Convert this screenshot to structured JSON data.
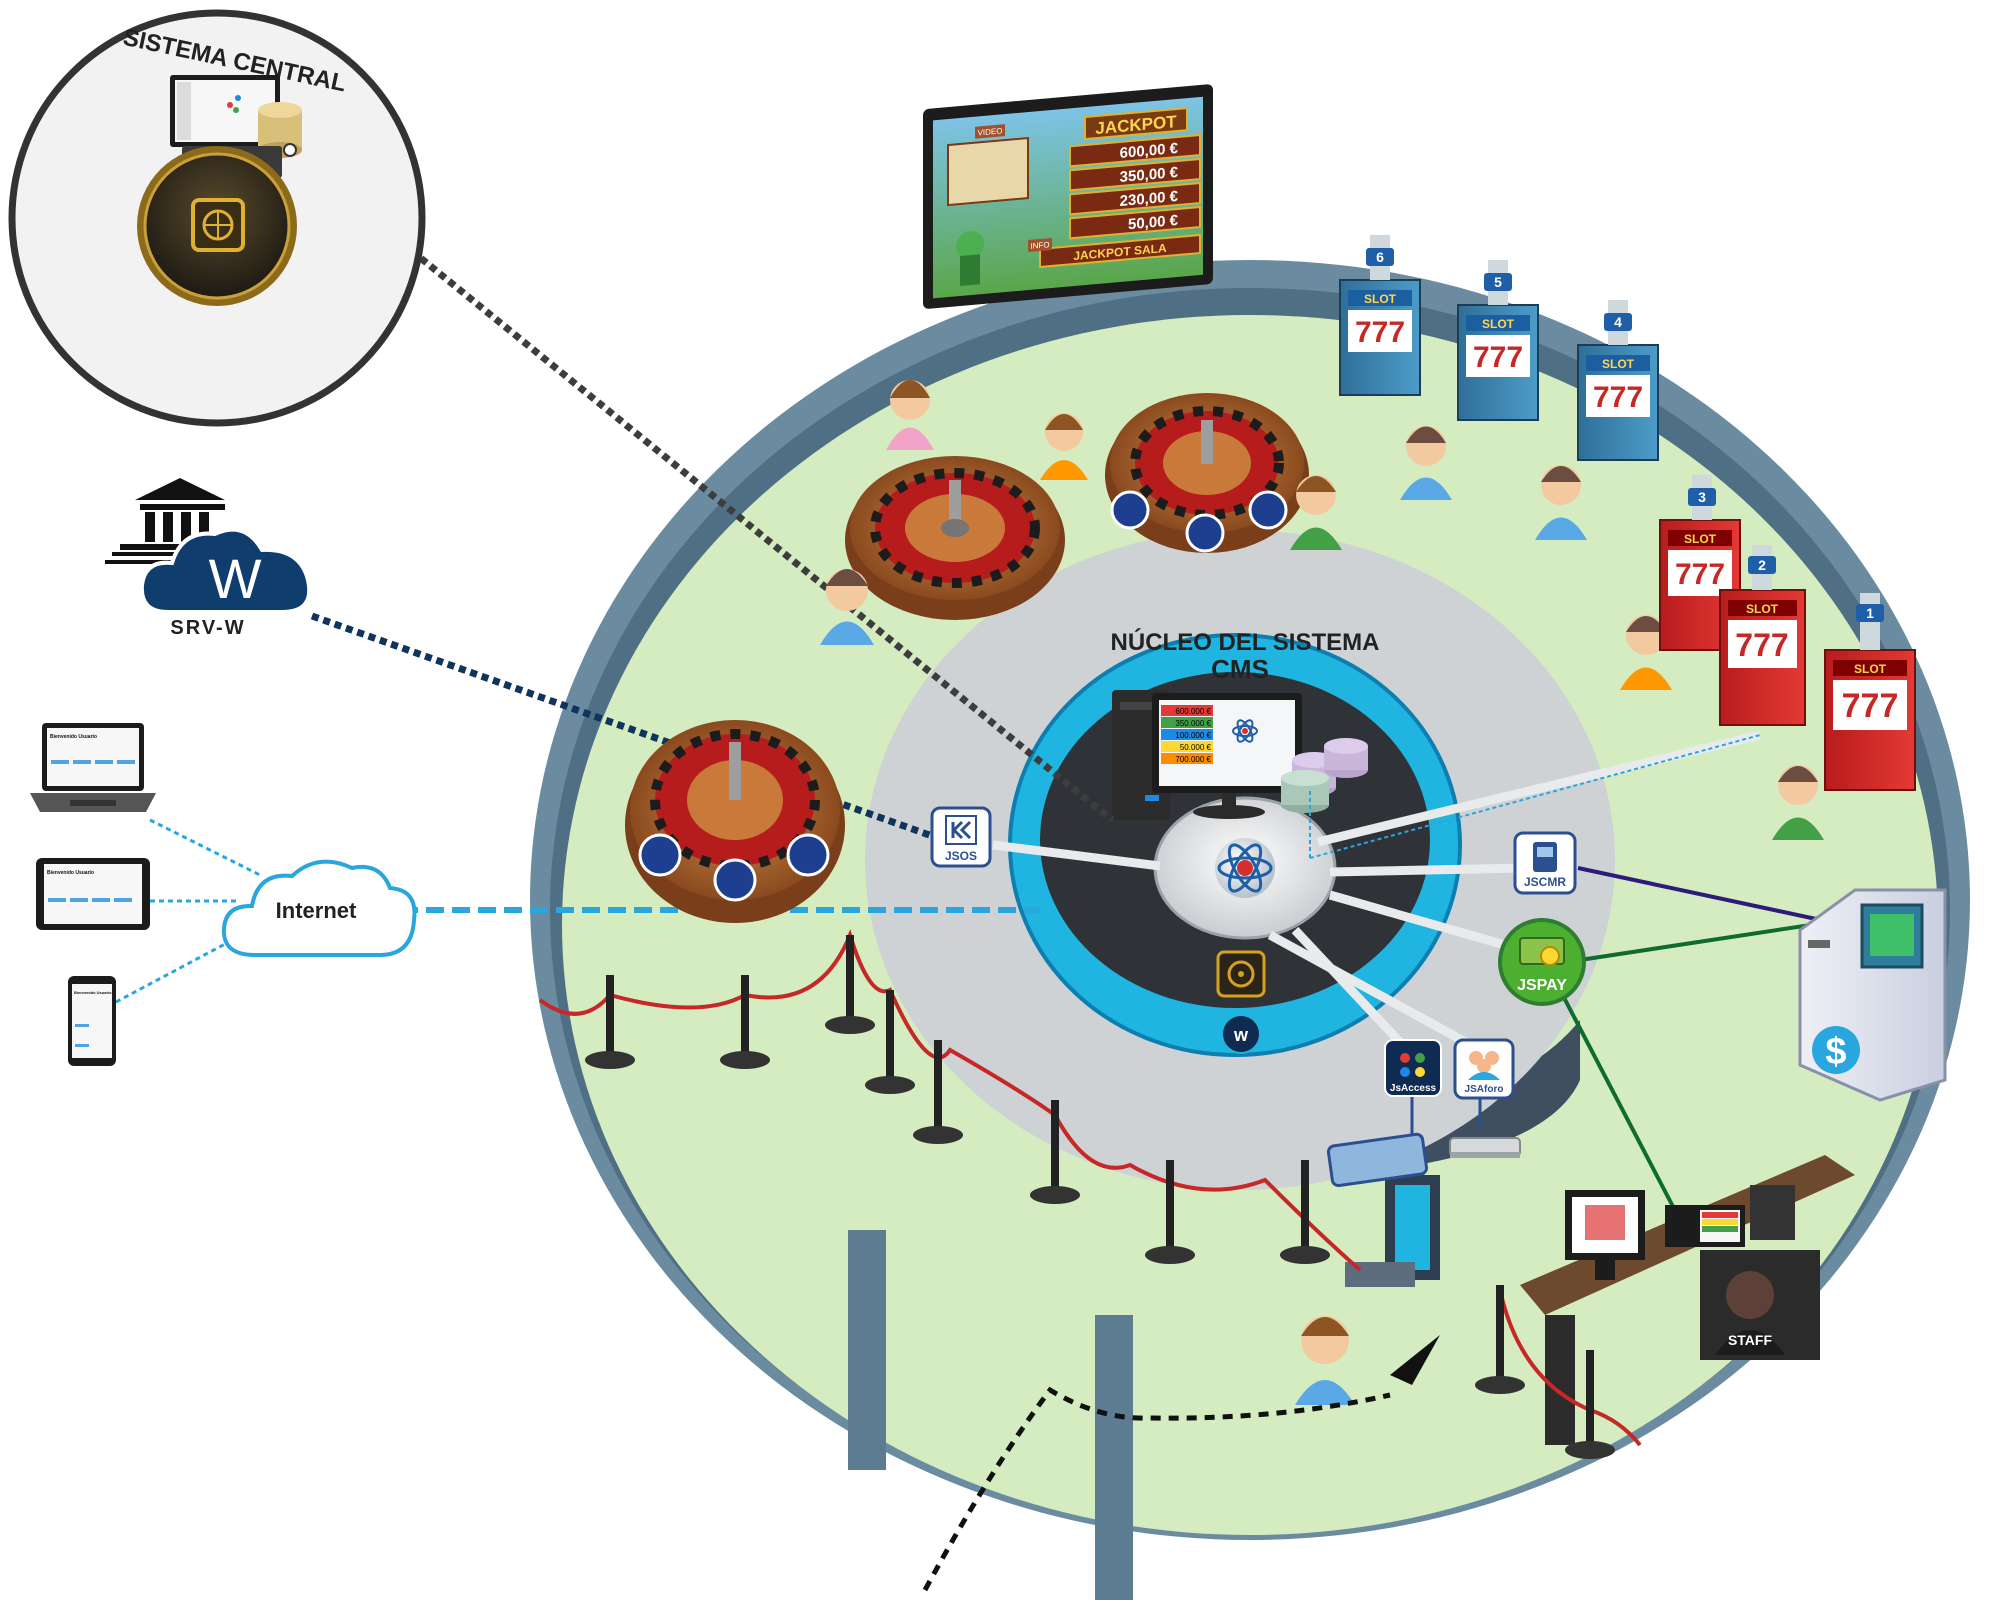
{
  "central_system": {
    "title": "SISTEMA CENTRAL"
  },
  "bank": {
    "icon": "bank-icon",
    "cloud_letter": "W",
    "label": "SRV-W"
  },
  "internet": {
    "label": "Internet"
  },
  "devices": [
    {
      "icon": "laptop-icon",
      "screen_title": "Bienvenido Usuario"
    },
    {
      "icon": "tablet-icon",
      "screen_title": "Bienvenido Usuario"
    },
    {
      "icon": "smartphone-icon",
      "screen_title": "Bienvenido Usuario"
    }
  ],
  "core": {
    "title": "NÚCLEO DEL SISTEMA",
    "subtitle": "CMS"
  },
  "cms_monitor": {
    "rows": [
      "600.000 €",
      "350.000 €",
      "100.000 €",
      "50.000 €",
      "700.000 €"
    ],
    "row_colors": [
      "#e53935",
      "#43a047",
      "#1e88e5",
      "#fdd835",
      "#fb8c00"
    ]
  },
  "jackpot_screen": {
    "title": "JACKPOT",
    "tags": {
      "video": "VIDEO",
      "info": "INFO"
    },
    "values": [
      "600,00 €",
      "350,00 €",
      "230,00 €",
      "50,00 €"
    ],
    "footer": "JACKPOT SALA"
  },
  "modules": {
    "jsos": "JSOS",
    "jscmr": "JSCMR",
    "jspay": "JSPAY",
    "jsaccess": "JsAccess",
    "jsaforo": "JSAforo"
  },
  "slots": {
    "label": "SLOT",
    "reels": "777",
    "numbers": [
      "6",
      "5",
      "4",
      "3",
      "2",
      "1"
    ]
  },
  "staff": {
    "label": "STAFF"
  },
  "colors": {
    "floor": "#d4ecc0",
    "wall": "#6b8ca0",
    "core_ring": "#cfd2d4",
    "cyan_ring": "#1fb5e0",
    "core_dark": "#2f3236",
    "dotted_dark": "#3d3d3d",
    "navy": "#10355c",
    "cyan_link": "#29a6de",
    "jspay_green": "#4caf2f"
  }
}
